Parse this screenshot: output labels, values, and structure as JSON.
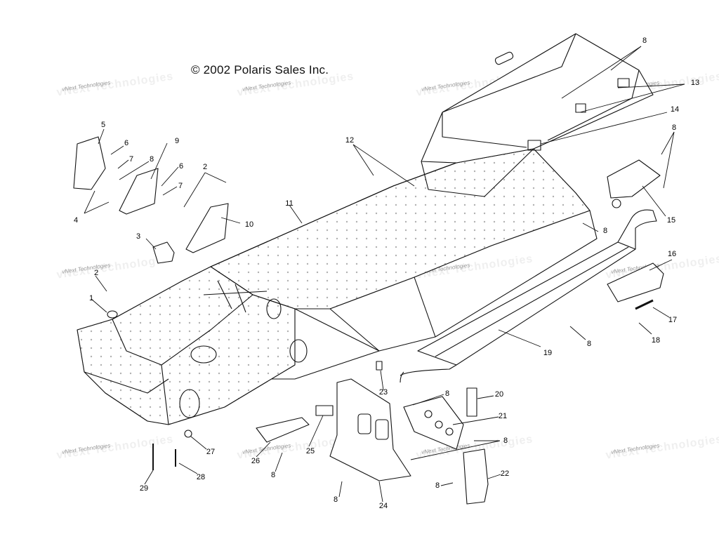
{
  "copyright": "© 2002 Polaris Sales Inc.",
  "watermark": "vNext Technologies",
  "callouts": [
    {
      "id": "c5",
      "label": "5"
    },
    {
      "id": "c6a",
      "label": "6"
    },
    {
      "id": "c7a",
      "label": "7"
    },
    {
      "id": "c8a",
      "label": "8"
    },
    {
      "id": "c9",
      "label": "9"
    },
    {
      "id": "c6b",
      "label": "6"
    },
    {
      "id": "c7b",
      "label": "7"
    },
    {
      "id": "c2a",
      "label": "2"
    },
    {
      "id": "c4",
      "label": "4"
    },
    {
      "id": "c10",
      "label": "10"
    },
    {
      "id": "c3",
      "label": "3"
    },
    {
      "id": "c11",
      "label": "11"
    },
    {
      "id": "c12",
      "label": "12"
    },
    {
      "id": "c8top",
      "label": "8"
    },
    {
      "id": "c13",
      "label": "13"
    },
    {
      "id": "c14",
      "label": "14"
    },
    {
      "id": "c8r",
      "label": "8"
    },
    {
      "id": "c15",
      "label": "15"
    },
    {
      "id": "c8m",
      "label": "8"
    },
    {
      "id": "c16",
      "label": "16"
    },
    {
      "id": "c17",
      "label": "17"
    },
    {
      "id": "c18",
      "label": "18"
    },
    {
      "id": "c8s",
      "label": "8"
    },
    {
      "id": "c19",
      "label": "19"
    },
    {
      "id": "c2b",
      "label": "2"
    },
    {
      "id": "c1",
      "label": "1"
    },
    {
      "id": "c23",
      "label": "23"
    },
    {
      "id": "c20",
      "label": "20"
    },
    {
      "id": "c8u",
      "label": "8"
    },
    {
      "id": "c21",
      "label": "21"
    },
    {
      "id": "c8v",
      "label": "8"
    },
    {
      "id": "c22",
      "label": "22"
    },
    {
      "id": "c8w",
      "label": "8"
    },
    {
      "id": "c25",
      "label": "25"
    },
    {
      "id": "c26",
      "label": "26"
    },
    {
      "id": "c8x",
      "label": "8"
    },
    {
      "id": "c27",
      "label": "27"
    },
    {
      "id": "c28",
      "label": "28"
    },
    {
      "id": "c29",
      "label": "29"
    },
    {
      "id": "c8y",
      "label": "8"
    },
    {
      "id": "c24",
      "label": "24"
    }
  ]
}
